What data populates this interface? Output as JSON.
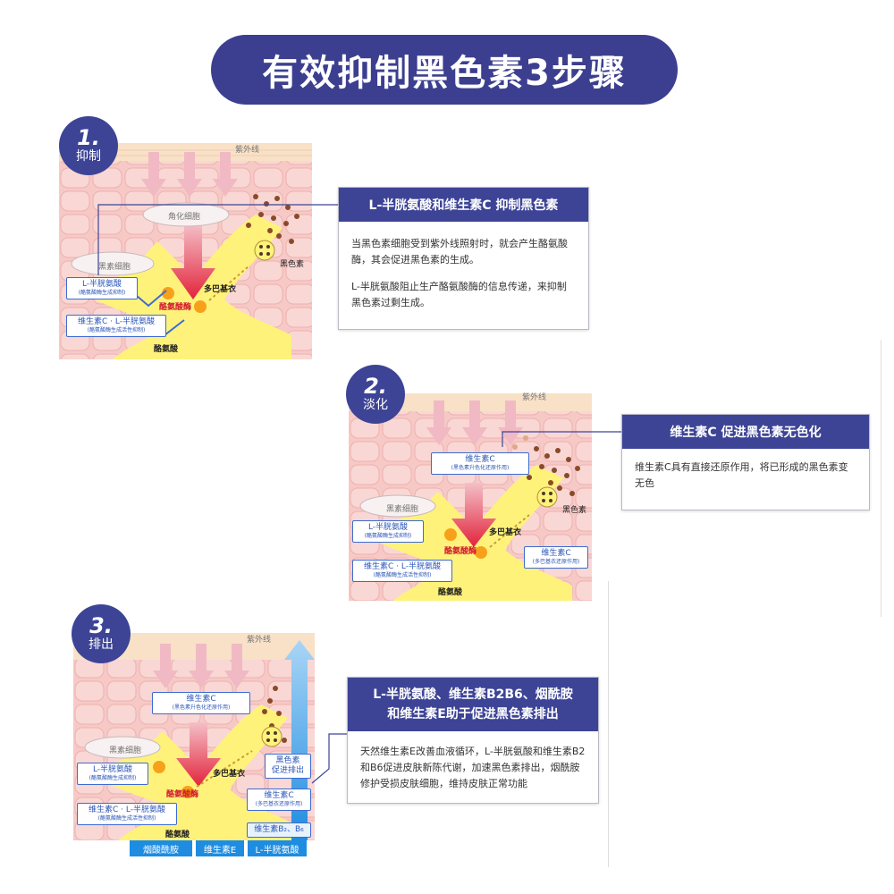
{
  "title": "有效抑制黑色素3步骤",
  "steps": [
    {
      "num": "1.",
      "label": "抑制",
      "uv": "紫外线",
      "keratin": "角化细胞",
      "melanocyte": "黑素细胞",
      "melanin": "黑色素",
      "dopa": "多巴基衣",
      "enzyme": "酪氨酸酶",
      "tyrosine": "酪氨酸",
      "box_a": {
        "title": "L-半胱氨酸",
        "sub": "(酪氨酸酶生成抑制)"
      },
      "box_b": {
        "title": "维生素C · L-半胱氨酸",
        "sub": "(酪氨酸酶生成活性抑制)"
      },
      "card_head": "L-半胱氨酸和维生素C 抑制黑色素",
      "card_body": [
        "当黑色素细胞受到紫外线照射时，就会产生酪氨酸酶，其会促进黑色素的生成。",
        "L-半胱氨酸阻止生产酪氨酸酶的信息传递，来抑制黑色素过剩生成。"
      ]
    },
    {
      "num": "2.",
      "label": "淡化",
      "uv": "紫外线",
      "melanocyte": "黑素细胞",
      "melanin": "黑色素",
      "dopa": "多巴基衣",
      "enzyme": "酪氨酸酶",
      "tyrosine": "酪氨酸",
      "box_top": {
        "title": "维生素C",
        "sub": "(黑色素升色化还原作用)"
      },
      "box_a": {
        "title": "L-半胱氨酸",
        "sub": "(酪氨酸酶生成抑制)"
      },
      "box_b": {
        "title": "维生素C · L-半胱氨酸",
        "sub": "(酪氨酸酶生成活性抑制)"
      },
      "box_c": {
        "title": "维生素C",
        "sub": "(多巴基衣还原作用)"
      },
      "card_head": "维生素C 促进黑色素无色化",
      "card_body": [
        "维生素C具有直接还原作用，将已形成的黑色素变无色"
      ]
    },
    {
      "num": "3.",
      "label": "排出",
      "uv": "紫外线",
      "melanocyte": "黑素细胞",
      "dopa": "多巴基衣",
      "enzyme": "酪氨酸酶",
      "tyrosine": "酪氨酸",
      "box_top": {
        "title": "维生素C",
        "sub": "(黑色素升色化还原作用)"
      },
      "box_a": {
        "title": "L-半胱氨酸",
        "sub": "(酪氨酸酶生成抑制)"
      },
      "box_b": {
        "title": "维生素C · L-半胱氨酸",
        "sub": "(酪氨酸酶生成活性抑制)"
      },
      "box_c": {
        "title": "维生素C",
        "sub": "(多巴基衣还原作用)"
      },
      "box_exit": {
        "line1": "黑色素",
        "line2": "促进排出"
      },
      "box_b2b6": "维生素B₂、B₆",
      "tags": [
        "烟酸酰胺",
        "维生素E",
        "L-半胱氨酸"
      ],
      "card_head": "L-半胱氨酸、维生素B2B6、烟酰胺和维生素E助于促进黑色素排出",
      "card_head_l1": "L-半胱氨酸、维生素B2B6、烟酰胺",
      "card_head_l2": "和维生素E助于促进黑色素排出",
      "card_body": [
        "天然维生素E改善血液循环，L-半胱氨酸和维生素B2和B6促进皮肤新陈代谢，加速黑色素排出，烟酰胺修护受损皮肤细胞，维持皮肤正常功能"
      ]
    }
  ]
}
